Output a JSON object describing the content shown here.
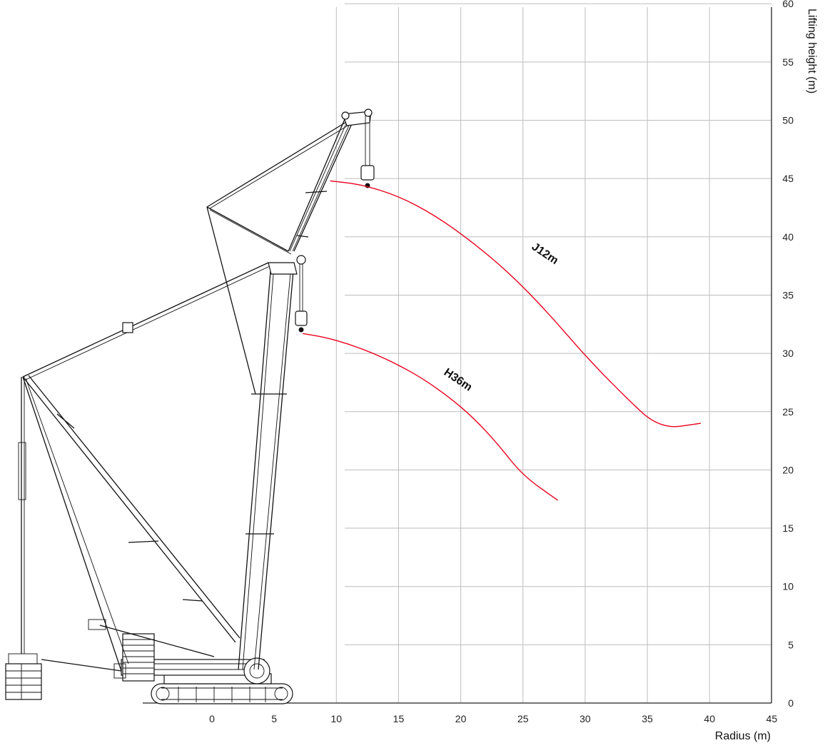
{
  "chart_data": {
    "type": "line",
    "xlabel": "Radius (m)",
    "ylabel": "Lifting height (m)",
    "xlim": [
      0,
      45
    ],
    "ylim": [
      0,
      60
    ],
    "x_ticks": [
      "0",
      "5",
      "10",
      "15",
      "20",
      "25",
      "30",
      "35",
      "40",
      "45"
    ],
    "y_ticks": [
      "0",
      "5",
      "10",
      "15",
      "20",
      "25",
      "30",
      "35",
      "40",
      "45",
      "50",
      "55",
      "60"
    ],
    "grid": true,
    "series": [
      {
        "name": "J12m",
        "color": "#e8001c",
        "points": [
          [
            9.5,
            44.8
          ],
          [
            12,
            44.5
          ],
          [
            15,
            43.5
          ],
          [
            18,
            41.8
          ],
          [
            21,
            39.5
          ],
          [
            24,
            36.8
          ],
          [
            27,
            33.5
          ],
          [
            30,
            29.8
          ],
          [
            33,
            26.5
          ],
          [
            36,
            23.5
          ],
          [
            39.3,
            24.0
          ]
        ]
      },
      {
        "name": "H36m",
        "color": "#e8001c",
        "points": [
          [
            7.3,
            31.7
          ],
          [
            9,
            31.4
          ],
          [
            11,
            30.8
          ],
          [
            13,
            30.0
          ],
          [
            15,
            29.0
          ],
          [
            17,
            27.8
          ],
          [
            19,
            26.3
          ],
          [
            21,
            24.5
          ],
          [
            23,
            22.2
          ],
          [
            25,
            19.5
          ],
          [
            27.8,
            17.4
          ]
        ]
      }
    ]
  },
  "labels": {
    "xlabel": "Radius (m)",
    "ylabel": "Lifting height (m)",
    "series_1": "J12m",
    "series_2": "H36m"
  }
}
